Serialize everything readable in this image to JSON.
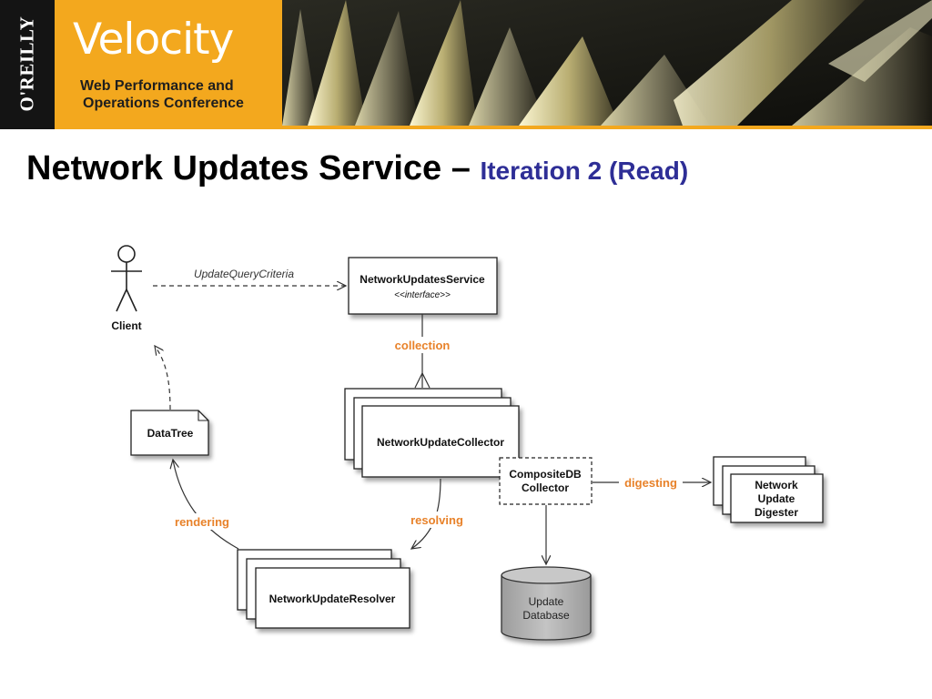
{
  "header": {
    "publisher": "O'REILLY",
    "event_name": "Velocity",
    "tagline_line1": "Web Performance and",
    "tagline_line2": "Operations Conference"
  },
  "slide": {
    "title": "Network Updates Service – ",
    "subtitle": "Iteration 2 (Read)"
  },
  "diagram": {
    "actor_label": "Client",
    "request_label": "UpdateQueryCriteria",
    "service": {
      "name": "NetworkUpdatesService",
      "stereotype": "<<interface>>"
    },
    "collection_label": "collection",
    "collector_label": "NetworkUpdateCollector",
    "composite_line1": "CompositeDB",
    "composite_line2": "Collector",
    "digesting_label": "digesting",
    "digester_line1": "Network",
    "digester_line2": "Update",
    "digester_line3": "Digester",
    "resolving_label": "resolving",
    "resolver_label": "NetworkUpdateResolver",
    "rendering_label": "rendering",
    "datatree_label": "DataTree",
    "database_line1": "Update",
    "database_line2": "Database"
  },
  "colors": {
    "brand_orange": "#f3a81e",
    "edge_label_orange": "#e8822a",
    "subtitle_blue": "#2e2e96",
    "database_gray": "#a8a8a8"
  }
}
